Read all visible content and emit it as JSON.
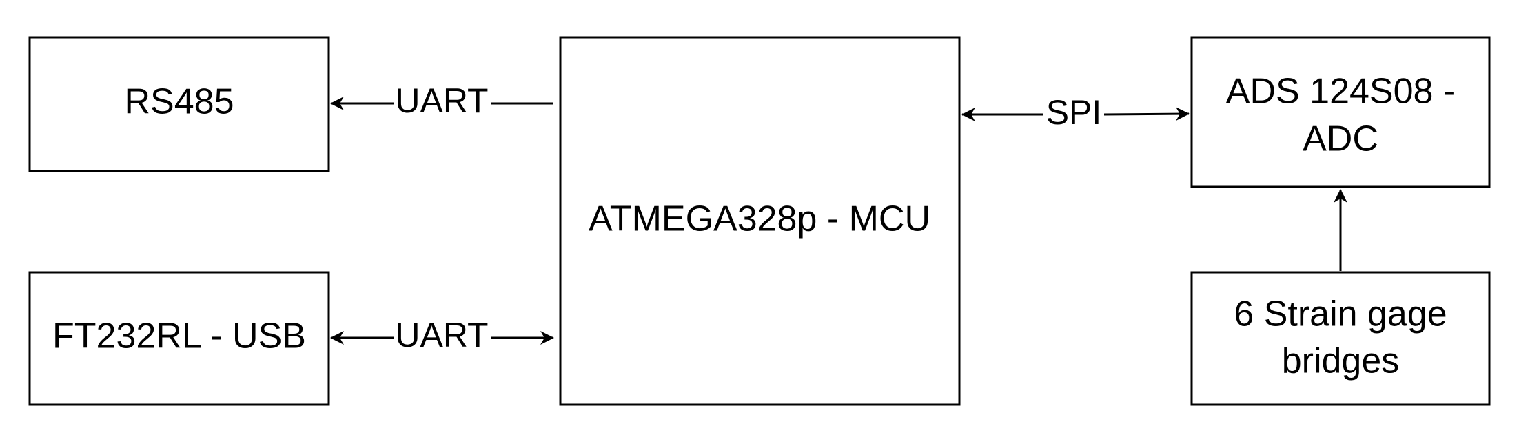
{
  "blocks": {
    "rs485": {
      "label": "RS485"
    },
    "ft232rl": {
      "label": "FT232RL - USB"
    },
    "mcu": {
      "label": "ATMEGA328p - MCU"
    },
    "adc": {
      "line1": "ADS 124S08 -",
      "line2": "ADC"
    },
    "strain": {
      "line1": "6 Strain gage",
      "line2": "bridges"
    }
  },
  "connections": {
    "mcu_to_rs485": {
      "label": "UART",
      "direction": "mcu-to-rs485"
    },
    "mcu_ft232rl": {
      "label": "UART",
      "direction": "bidirectional"
    },
    "mcu_adc": {
      "label": "SPI",
      "direction": "bidirectional"
    },
    "strain_to_adc": {
      "label": "",
      "direction": "strain-to-adc"
    }
  },
  "colors": {
    "stroke": "#000000",
    "background": "#ffffff"
  }
}
